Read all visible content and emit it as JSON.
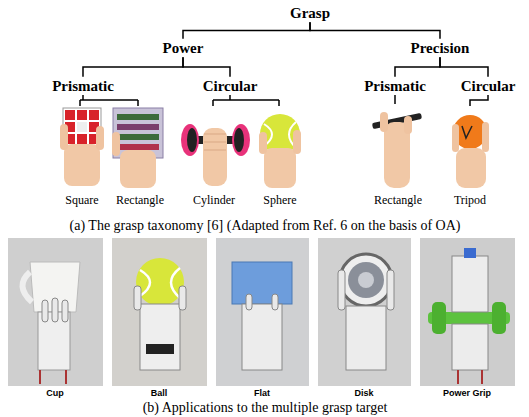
{
  "diagram": {
    "nodes": [
      {
        "text": [
          "Grasp"
        ]
      },
      {
        "text": [
          "Power"
        ]
      },
      {
        "text": [
          "Precision"
        ]
      },
      {
        "text": [
          "Prismatic"
        ]
      },
      {
        "text": [
          "Circular"
        ]
      },
      {
        "text": [
          "Prismatic"
        ]
      },
      {
        "text": [
          "Circular"
        ]
      }
    ],
    "edges": [
      {
        "from": 0,
        "to": 1,
        "arrow": "none"
      },
      {
        "from": 0,
        "to": 2,
        "arrow": "none"
      },
      {
        "from": 1,
        "to": 3,
        "arrow": "none"
      },
      {
        "from": 1,
        "to": 4,
        "arrow": "none"
      },
      {
        "from": 2,
        "to": 5,
        "arrow": "none"
      },
      {
        "from": 2,
        "to": 6,
        "arrow": "none"
      }
    ],
    "labels": [
      "Square",
      "Rectangle",
      "Cylinder",
      "Sphere",
      "Rectangle",
      "Tripod",
      "(a) The grasp taxonomy [6] (Adapted from Ref. 6 on the basis of OA)",
      "Cup",
      "Ball",
      "Flat",
      "Disk",
      "Power Grip",
      "(b) Applications to the multiple grasp target"
    ]
  }
}
